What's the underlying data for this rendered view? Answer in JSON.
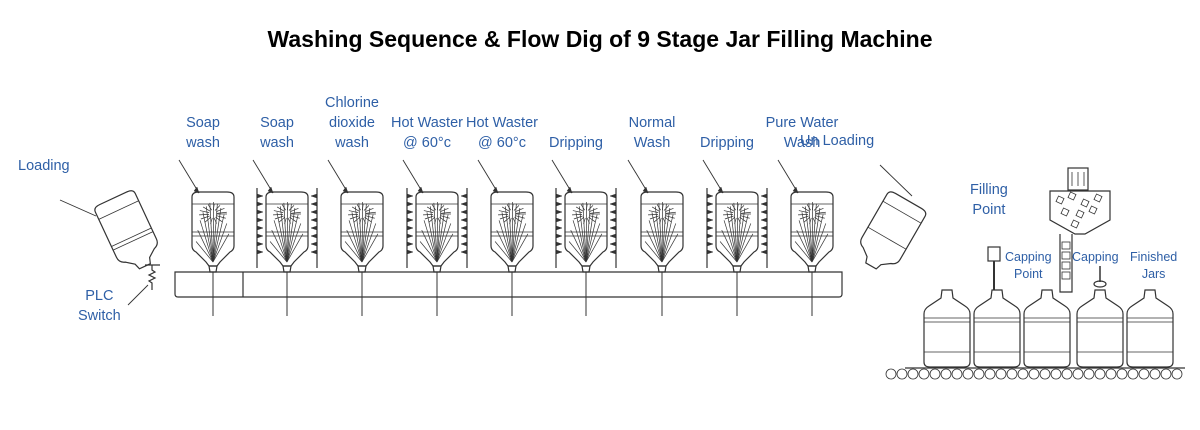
{
  "title": "Washing Sequence & Flow Dig of 9 Stage Jar Filling Machine",
  "colors": {
    "label": "#2e5fa6",
    "line": "#333333",
    "title": "#000000"
  },
  "labels": {
    "loading": "Loading",
    "plc": [
      "PLC",
      "Switch"
    ],
    "unloading": "Un Loading",
    "filling_point": [
      "Filling",
      "Point"
    ],
    "capping_point": [
      "Capping",
      "Point"
    ],
    "capping": "Capping",
    "finished_jars": [
      "Finished",
      "Jars"
    ]
  },
  "stages": [
    {
      "lines": [
        "Soap",
        "wash"
      ],
      "side_nozzles": false
    },
    {
      "lines": [
        "Soap",
        "wash"
      ],
      "side_nozzles": true
    },
    {
      "lines": [
        "Chlorine",
        "dioxide",
        "wash"
      ],
      "side_nozzles": false
    },
    {
      "lines": [
        "Hot Waster",
        "@ 60°c"
      ],
      "side_nozzles": true
    },
    {
      "lines": [
        "Hot Waster",
        "@ 60°c"
      ],
      "side_nozzles": false
    },
    {
      "lines": [
        "Dripping"
      ],
      "side_nozzles": true
    },
    {
      "lines": [
        "Normal",
        "Wash"
      ],
      "side_nozzles": false
    },
    {
      "lines": [
        "Dripping"
      ],
      "side_nozzles": true
    },
    {
      "lines": [
        "Pure Water",
        "Wash"
      ],
      "side_nozzles": false
    }
  ]
}
